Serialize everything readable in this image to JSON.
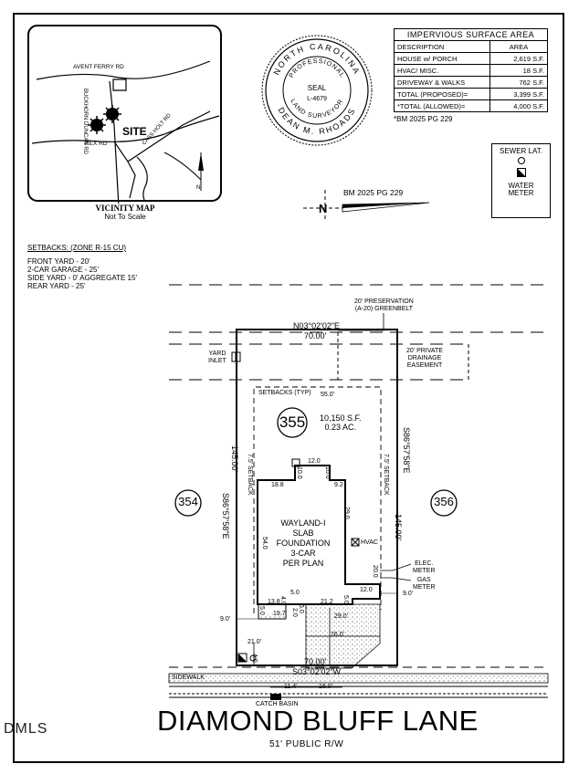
{
  "vicinity_map": {
    "roads": [
      "AVENT FERRY RD",
      "BUCKHORN DUNCAN RD",
      "REX RD",
      "CASS HOLT RD"
    ],
    "site_label": "SITE",
    "north_label": "N",
    "title": "VICINITY MAP",
    "subtitle": "Not To Scale"
  },
  "seal": {
    "ring_top": "NORTH CAROLINA",
    "professional": "PROFESSIONAL",
    "seal_word": "SEAL",
    "license": "L-4679",
    "ring_mid": "LAND SURVEYOR",
    "ring_bottom": "DEAN M. RHOADS"
  },
  "impervious_table": {
    "title": "IMPERVIOUS SURFACE AREA",
    "headers": [
      "DESCRIPTION",
      "AREA"
    ],
    "rows": [
      [
        "HOUSE w/ PORCH",
        "2,619 S.F."
      ],
      [
        "HVAC/ MISC.",
        "18 S.F."
      ],
      [
        "DRIVEWAY & WALKS",
        "762 S.F."
      ],
      [
        "TOTAL (PROPOSED)=",
        "3,399 S.F."
      ],
      [
        "*TOTAL (ALLOWED)=",
        "4,000 S.F."
      ]
    ],
    "footnote": "*BM 2025 PG 229"
  },
  "legend": {
    "sewer": "SEWER LAT.",
    "water": "WATER METER"
  },
  "north_arrow": {
    "label": "N",
    "reference": "BM 2025 PG 229"
  },
  "setbacks": {
    "title": "SETBACKS: (ZONE R-15 CU)",
    "lines": [
      "FRONT YARD - 20'",
      "2-CAR GARAGE - 25'",
      "SIDE YARD - 0' AGGREGATE 15'",
      "REAR YARD - 25'"
    ]
  },
  "plan": {
    "preservation": [
      "20' PRESERVATION",
      "(A-20) GREENBELT"
    ],
    "private_drainage": [
      "20' PRIVATE",
      "DRAINAGE",
      "EASEMENT"
    ],
    "yard_inlet": [
      "YARD",
      "INLET"
    ],
    "rear_bearing": "N03°02'02\"E",
    "rear_dist": "70.00'",
    "front_bearing": "S03°02'02\"W",
    "front_dist": "70.00'",
    "left_bearing": "S86°57'58\"E",
    "left_dist": "145.00'",
    "right_bearing": "S86°57'58\"E",
    "right_dist": "145.00'",
    "setbacks_typ": "SETBACKS (TYP)",
    "rear_setback": "55.0'",
    "lot_number": "355",
    "lot_area": "10,150 S.F.",
    "lot_acres": "0.23 AC.",
    "left_lot": "354",
    "right_lot": "356",
    "side_setback_left": "7.5' SETBACK",
    "side_setback_right": "7.5' SETBACK",
    "house_label": [
      "WAYLAND-I",
      "SLAB",
      "FOUNDATION",
      "3-CAR",
      "PER PLAN"
    ],
    "hvac": "HVAC",
    "elec_meter": [
      "ELEC.",
      "METER"
    ],
    "gas_meter": [
      "GAS",
      "METER"
    ],
    "dims": {
      "d12_top": "12.0",
      "d10_left": "10.0",
      "d10_right": "10.0",
      "d18_8": "18.8",
      "d9_2": "9.2",
      "d29_0v": "29.0",
      "d54_0": "54.0",
      "d20_0": "20.0",
      "d12_0b": "12.0",
      "d9_0r": "9.0'",
      "d5_0a": "5.0",
      "d13_8": "13.8",
      "d4_0": "4.0",
      "d21_2": "21.2",
      "d5_0b": "5.0",
      "d5_0c": "5.0",
      "d19_7": "19.7",
      "d2_0": "2.0",
      "d29_0h": "29.0'",
      "d9_0l": "9.0'",
      "d21_0": "21.0'",
      "d26_0": "26.0'",
      "d5_0d": "5.0",
      "d4_0b": "4.0",
      "d11_4": "11.4'",
      "d16_0": "16.0'"
    },
    "sidewalk": "SIDEWALK",
    "catch_basin": "CATCH BASIN"
  },
  "street": {
    "name": "DIAMOND BLUFF LANE",
    "row": "51' PUBLIC R/W"
  },
  "watermark": "DMLS"
}
